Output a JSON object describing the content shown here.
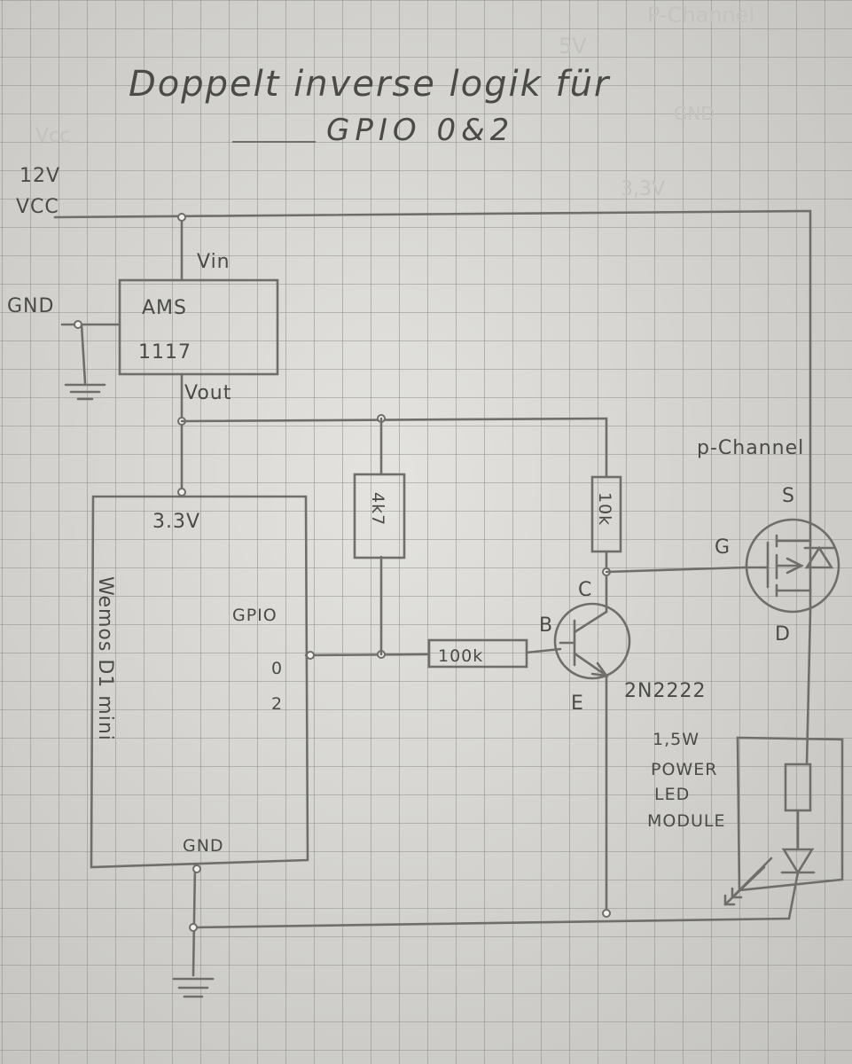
{
  "title_line1": "Doppelt inverse logik für",
  "title_line2": "GPIO 0&2",
  "supply": {
    "voltage": "12V",
    "name": "VCC",
    "gnd": "GND"
  },
  "regulator": {
    "line1": "AMS",
    "line2": "1117",
    "vin": "Vin",
    "vout": "Vout"
  },
  "board": {
    "name": "Wemos D1 mini",
    "pin_3v3": "3.3V",
    "pin_gpio": "GPIO",
    "pin_0": "0",
    "pin_2": "2",
    "pin_gnd": "GND"
  },
  "resistors": {
    "pullup": "4k7",
    "collector": "10k",
    "base": "100k"
  },
  "transistor": {
    "part": "2N2222",
    "b": "B",
    "c": "C",
    "e": "E"
  },
  "mosfet": {
    "type": "p-Channel",
    "s": "S",
    "g": "G",
    "d": "D"
  },
  "led_module": {
    "line1": "1,5W",
    "line2": "POWER",
    "line3": "LED",
    "line4": "MODULE"
  },
  "ghost_text": [
    "5V",
    "P-Channel",
    "3,3V",
    "Vcc",
    "GND"
  ],
  "colors": {
    "paper": "#d9d8d4",
    "grid": "#8e8d8a",
    "pencil": "#4a4a48"
  }
}
